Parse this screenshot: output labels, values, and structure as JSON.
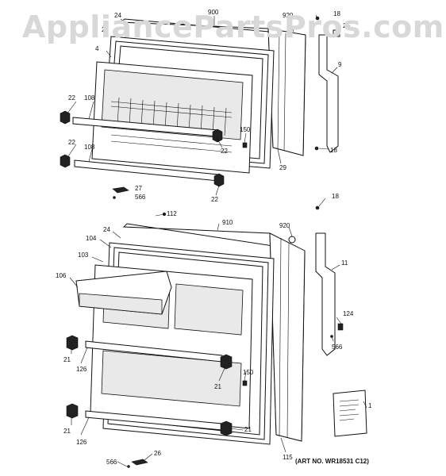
{
  "watermark": "AppliancePartsPros.com",
  "art_number": "(ART NO. WR18531 C12)",
  "callouts": [
    {
      "id": "c-24-top",
      "text": "24"
    },
    {
      "id": "c-900",
      "text": "900"
    },
    {
      "id": "c-920-top",
      "text": "920"
    },
    {
      "id": "c-18-a",
      "text": "18"
    },
    {
      "id": "c-25",
      "text": "25"
    },
    {
      "id": "c-23",
      "text": "23"
    },
    {
      "id": "c-4",
      "text": "4"
    },
    {
      "id": "c-9",
      "text": "9"
    },
    {
      "id": "c-22-a",
      "text": "22"
    },
    {
      "id": "c-108-a",
      "text": "108"
    },
    {
      "id": "c-150-a",
      "text": "150"
    },
    {
      "id": "c-22-b",
      "text": "22"
    },
    {
      "id": "c-108-b",
      "text": "108"
    },
    {
      "id": "c-22-c",
      "text": "22"
    },
    {
      "id": "c-29",
      "text": "29"
    },
    {
      "id": "c-18-b",
      "text": "18"
    },
    {
      "id": "c-27",
      "text": "27"
    },
    {
      "id": "c-566-a",
      "text": "566"
    },
    {
      "id": "c-22-d",
      "text": "22"
    },
    {
      "id": "c-18-c",
      "text": "18"
    },
    {
      "id": "c-112",
      "text": "112"
    },
    {
      "id": "c-910",
      "text": "910"
    },
    {
      "id": "c-920-bot",
      "text": "920"
    },
    {
      "id": "c-24-bot",
      "text": "24"
    },
    {
      "id": "c-104",
      "text": "104"
    },
    {
      "id": "c-11",
      "text": "11"
    },
    {
      "id": "c-103",
      "text": "103"
    },
    {
      "id": "c-106",
      "text": "106"
    },
    {
      "id": "c-124",
      "text": "124"
    },
    {
      "id": "c-566-b",
      "text": "566"
    },
    {
      "id": "c-21-a",
      "text": "21"
    },
    {
      "id": "c-126-a",
      "text": "126"
    },
    {
      "id": "c-150-b",
      "text": "150"
    },
    {
      "id": "c-21-b",
      "text": "21"
    },
    {
      "id": "c-1",
      "text": "1"
    },
    {
      "id": "c-21-c",
      "text": "21"
    },
    {
      "id": "c-126-b",
      "text": "126"
    },
    {
      "id": "c-21-d",
      "text": "21"
    },
    {
      "id": "c-115",
      "text": "115"
    },
    {
      "id": "c-566-c",
      "text": "566"
    },
    {
      "id": "c-26",
      "text": "26"
    }
  ]
}
